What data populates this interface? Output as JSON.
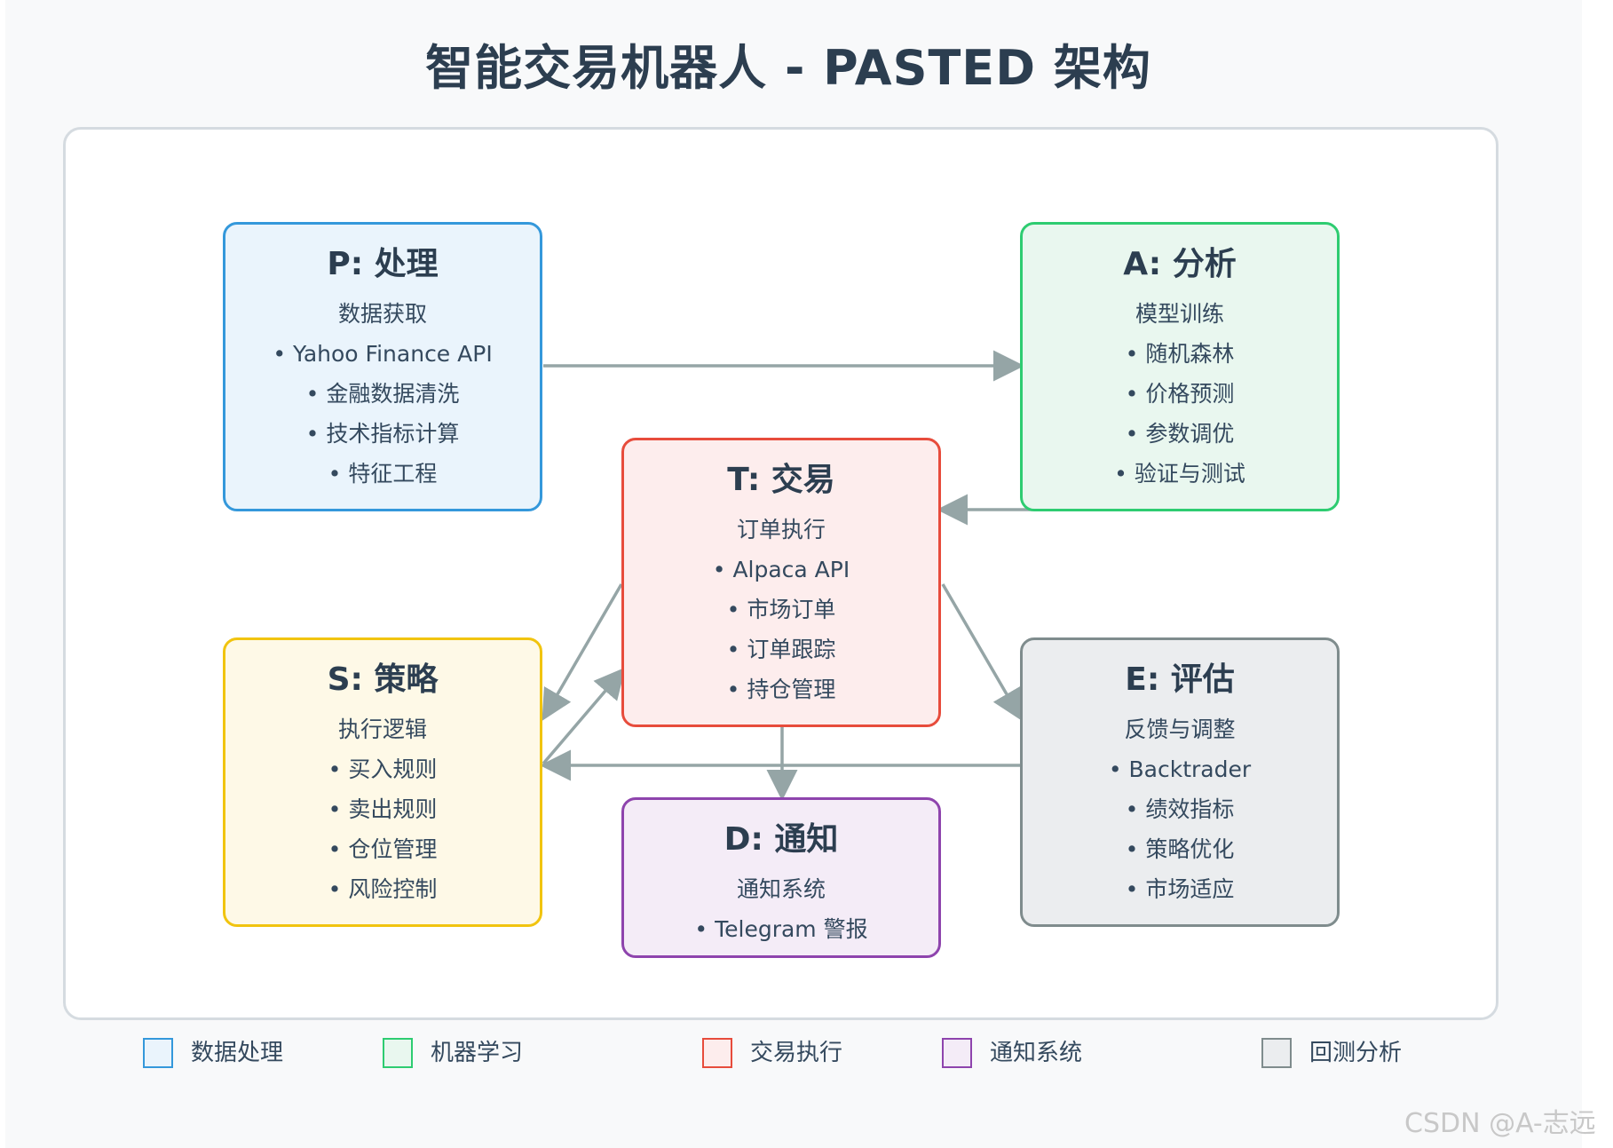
{
  "title": "智能交易机器人 - PASTED 架构",
  "nodes": {
    "p": {
      "title": "P: 处理",
      "subtitle": "数据获取",
      "items": [
        "Yahoo Finance API",
        "金融数据清洗",
        "技术指标计算",
        "特征工程"
      ],
      "fill": "#eaf4fc",
      "stroke": "#3498db"
    },
    "a": {
      "title": "A: 分析",
      "subtitle": "模型训练",
      "items": [
        "随机森林",
        "价格预测",
        "参数调优",
        "验证与测试"
      ],
      "fill": "#e9f7ef",
      "stroke": "#2ecc71"
    },
    "t": {
      "title": "T: 交易",
      "subtitle": "订单执行",
      "items": [
        "Alpaca API",
        "市场订单",
        "订单跟踪",
        "持仓管理"
      ],
      "fill": "#fdeded",
      "stroke": "#e74c3c"
    },
    "s": {
      "title": "S: 策略",
      "subtitle": "执行逻辑",
      "items": [
        "买入规则",
        "卖出规则",
        "仓位管理",
        "风险控制"
      ],
      "fill": "#fef9e7",
      "stroke": "#f1c40f"
    },
    "e": {
      "title": "E: 评估",
      "subtitle": "反馈与调整",
      "items": [
        "Backtrader",
        "绩效指标",
        "策略优化",
        "市场适应"
      ],
      "fill": "#ebedef",
      "stroke": "#7f8c8d"
    },
    "d": {
      "title": "D: 通知",
      "subtitle": "通知系统",
      "items": [
        "Telegram 警报"
      ],
      "fill": "#f4ecf7",
      "stroke": "#8e44ad"
    }
  },
  "legend": [
    {
      "label": "数据处理",
      "fill": "#eaf4fc",
      "stroke": "#3498db"
    },
    {
      "label": "机器学习",
      "fill": "#e9f7ef",
      "stroke": "#2ecc71"
    },
    {
      "label": "交易执行",
      "fill": "#fdeded",
      "stroke": "#e74c3c"
    },
    {
      "label": "通知系统",
      "fill": "#f4ecf7",
      "stroke": "#8e44ad"
    },
    {
      "label": "回测分析",
      "fill": "#ebedef",
      "stroke": "#7f8c8d"
    }
  ],
  "watermark": "CSDN @A-志远",
  "arrow_color": "#95a5a6"
}
